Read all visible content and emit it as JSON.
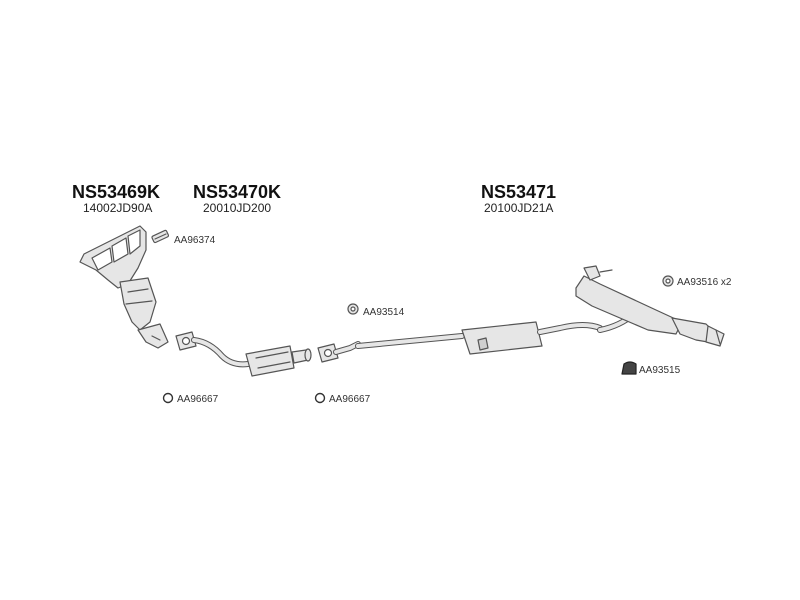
{
  "assemblies": [
    {
      "part_number": "NS53469K",
      "oem_number": "14002JD90A"
    },
    {
      "part_number": "NS53470K",
      "oem_number": "20010JD200"
    },
    {
      "part_number": "NS53471",
      "oem_number": "20100JD21A"
    }
  ],
  "accessories": [
    {
      "code": "AA96374",
      "icon": "bolt-icon"
    },
    {
      "code": "AA93514",
      "icon": "rubber-mount-icon"
    },
    {
      "code": "AA93516 x2",
      "icon": "rubber-mount-icon"
    },
    {
      "code": "AA93515",
      "icon": "hanger-icon"
    },
    {
      "code": "AA96667",
      "icon": "gasket-ring-icon"
    },
    {
      "code": "AA96667",
      "icon": "gasket-ring-icon"
    }
  ],
  "colors": {
    "line": "#555555",
    "fill": "#e6e6e6",
    "text": "#111111"
  }
}
